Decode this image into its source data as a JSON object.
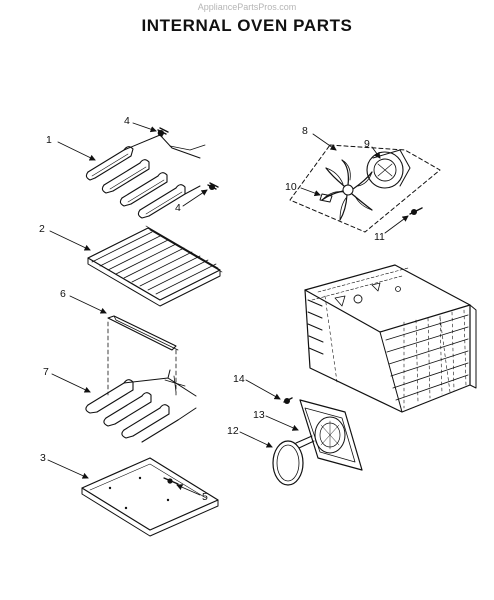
{
  "watermark": "AppliancePartsPros.com",
  "title": "INTERNAL OVEN PARTS",
  "callouts": {
    "c1": "1",
    "c2": "2",
    "c3": "3",
    "c4a": "4",
    "c4b": "4",
    "c5": "5",
    "c6": "6",
    "c7": "7",
    "c8": "8",
    "c9": "9",
    "c10": "10",
    "c11": "11",
    "c12": "12",
    "c13": "13",
    "c14": "14"
  }
}
